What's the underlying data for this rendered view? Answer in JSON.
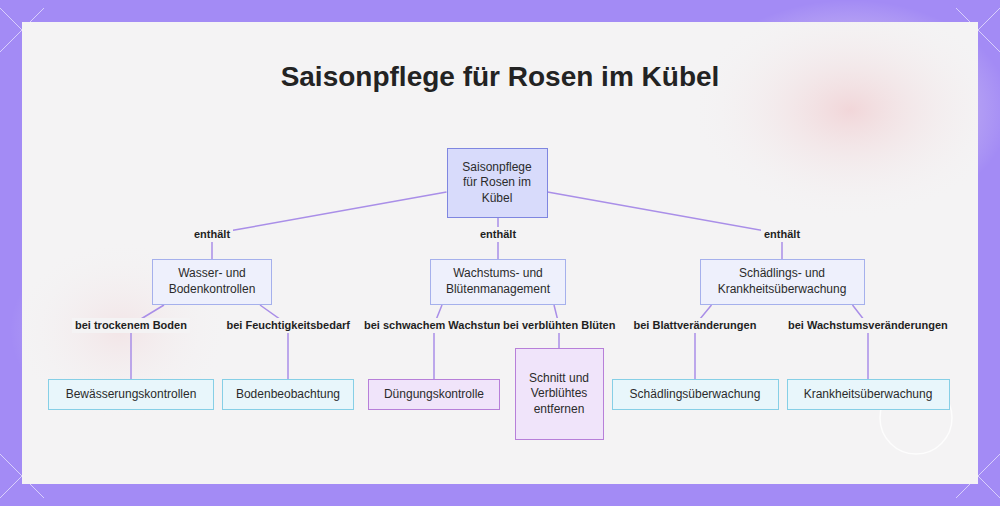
{
  "diagram": {
    "title": "Saisonpflege für Rosen im Kübel",
    "nodes": [
      {
        "text": [
          "Saisonpflege für Rosen im Kübel"
        ]
      },
      {
        "text": [
          "Wasser- und Bodenkontrollen"
        ]
      },
      {
        "text": [
          "Wachstums- und Blütenmanagement"
        ]
      },
      {
        "text": [
          "Schädlings- und Krankheitsüberwachung"
        ]
      },
      {
        "text": [
          "Bewässerungskontrollen"
        ]
      },
      {
        "text": [
          "Bodenbeobachtung"
        ]
      },
      {
        "text": [
          "Düngungskontrolle"
        ]
      },
      {
        "text": [
          "Schnitt und Verblühtes entfernen"
        ]
      },
      {
        "text": [
          "Schädlingsüberwachung"
        ]
      },
      {
        "text": [
          "Krankheitsüberwachung"
        ]
      }
    ],
    "edges": [
      {
        "from": 0,
        "to": 1,
        "arrow": "none",
        "label": "enthält"
      },
      {
        "from": 0,
        "to": 2,
        "arrow": "none",
        "label": "enthält"
      },
      {
        "from": 0,
        "to": 3,
        "arrow": "none",
        "label": "enthält"
      },
      {
        "from": 1,
        "to": 4,
        "arrow": "none",
        "label": "bei trockenem Boden"
      },
      {
        "from": 1,
        "to": 5,
        "arrow": "none",
        "label": "bei Feuchtigkeitsbedarf"
      },
      {
        "from": 2,
        "to": 6,
        "arrow": "none",
        "label": "bei schwachem Wachstum"
      },
      {
        "from": 2,
        "to": 7,
        "arrow": "none",
        "label": "bei verblühten Blüten"
      },
      {
        "from": 3,
        "to": 8,
        "arrow": "none",
        "label": "bei Blattveränderungen"
      },
      {
        "from": 3,
        "to": 9,
        "arrow": "none",
        "label": "bei Wachstumsveränderungen"
      }
    ]
  }
}
